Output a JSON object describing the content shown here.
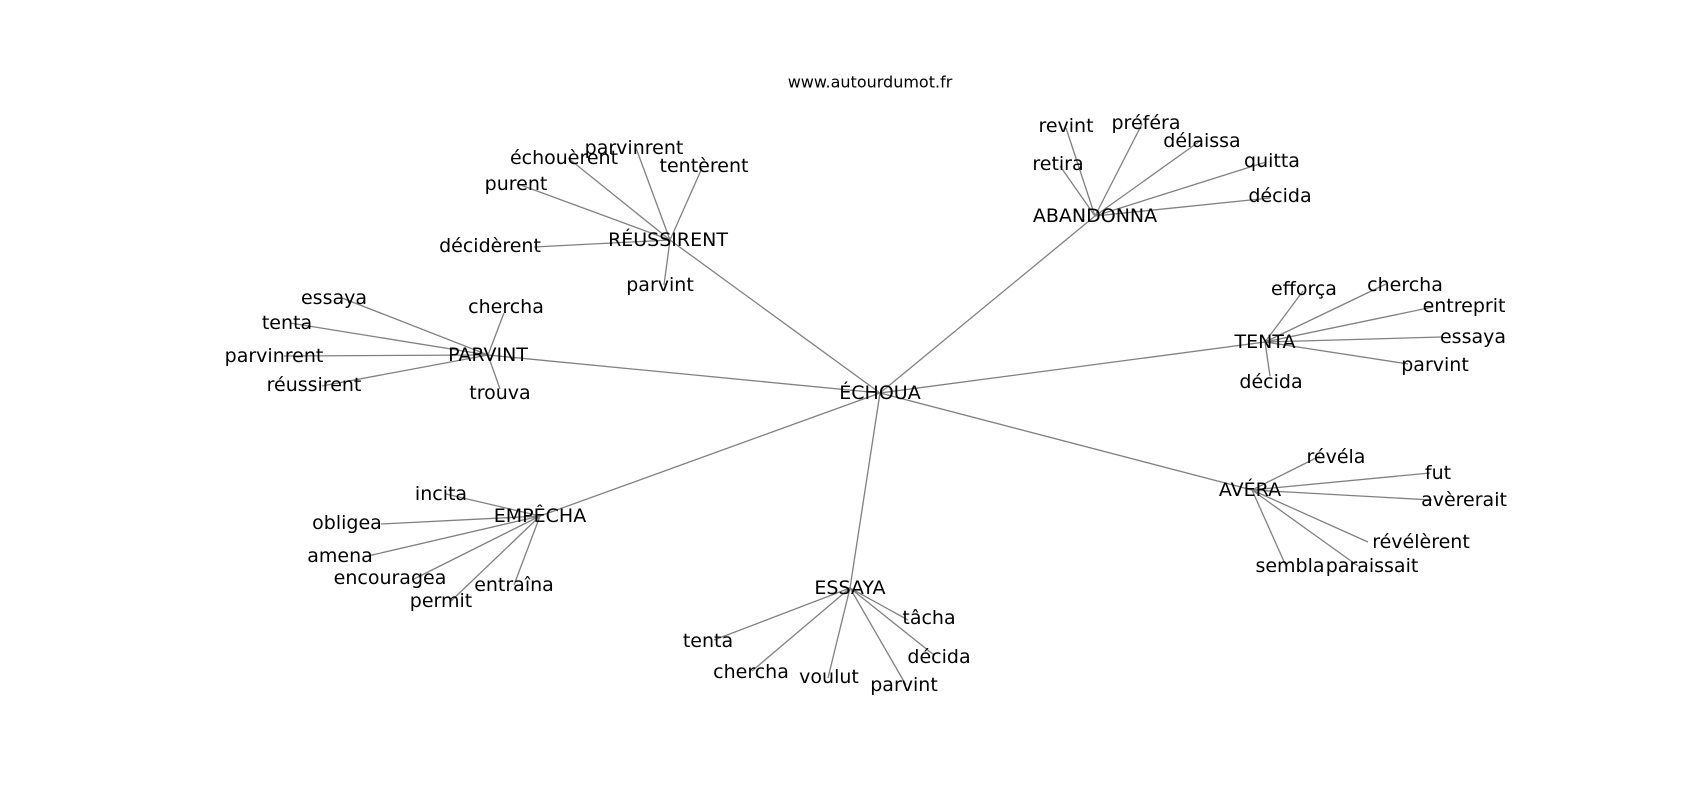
{
  "source": "www.autourdumot.fr",
  "center": "ÉCHOUA",
  "clusters": [
    {
      "id": "reussirent",
      "word": "RÉUSSIRENT",
      "neighbors": [
        "échouèrent",
        "parvinrent",
        "tentèrent",
        "purent",
        "décidèrent",
        "parvint"
      ]
    },
    {
      "id": "abandonna",
      "word": "ABANDONNA",
      "neighbors": [
        "revint",
        "préféra",
        "délaissa",
        "retira",
        "quitta",
        "décida"
      ]
    },
    {
      "id": "parvint",
      "word": "PARVINT",
      "neighbors": [
        "essaya",
        "chercha",
        "tenta",
        "parvinrent",
        "réussirent",
        "trouva"
      ]
    },
    {
      "id": "tenta",
      "word": "TENTA",
      "neighbors": [
        "efforça",
        "chercha",
        "entreprit",
        "essaya",
        "parvint",
        "décida"
      ]
    },
    {
      "id": "avera",
      "word": "AVÉRA",
      "neighbors": [
        "révéla",
        "fut",
        "avèrerait",
        "révélèrent",
        "paraissait",
        "sembla"
      ]
    },
    {
      "id": "empecha",
      "word": "EMPÊCHA",
      "neighbors": [
        "incita",
        "obligea",
        "amena",
        "encouragea",
        "permit",
        "entraîna"
      ]
    },
    {
      "id": "essaya",
      "word": "ESSAYA",
      "neighbors": [
        "tâcha",
        "tenta",
        "décida",
        "chercha",
        "voulut",
        "parvint"
      ]
    }
  ]
}
